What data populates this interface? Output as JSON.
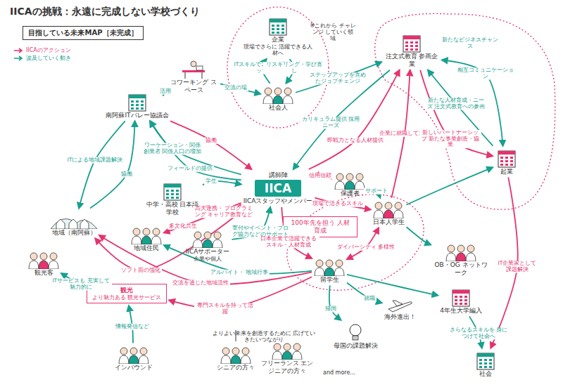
{
  "diagram": {
    "title": "IICAの挑戦：永遠に完成しない学校づくり",
    "nodes": [
      {
        "text": [
          "目指している未来MAP［未完成］"
        ]
      },
      {
        "text": [
          "企業",
          "現場でさらに 活躍できる人材へ"
        ]
      },
      {
        "text": [
          "社会人"
        ]
      },
      {
        "text": [
          "コワーキング スペース"
        ]
      },
      {
        "text": [
          "南阿蘇ITバレー協議会"
        ]
      },
      {
        "text": [
          "注文式教育 参画企業"
        ]
      },
      {
        "text": [
          "起業"
        ]
      },
      {
        "text": [
          "講師陣",
          "IICA",
          "IICAスタッフやメンバー"
        ]
      },
      {
        "text": [
          "保護者"
        ]
      },
      {
        "text": [
          "中学・高校 日本語学校"
        ]
      },
      {
        "text": [
          "日本人学生"
        ]
      },
      {
        "text": [
          "留学生"
        ]
      },
      {
        "text": [
          "100年先を担う 人材育成"
        ]
      },
      {
        "text": [
          "地域（南阿蘇）"
        ]
      },
      {
        "text": [
          "地域住民"
        ]
      },
      {
        "text": [
          "IICAサポーター",
          "企業や個人"
        ]
      },
      {
        "text": [
          "OB・OG ネットワーク"
        ]
      },
      {
        "text": [
          "4年生大学編入"
        ]
      },
      {
        "text": [
          "観光客"
        ]
      },
      {
        "text": [
          "観光",
          "より魅力ある 観光サービス"
        ]
      },
      {
        "text": [
          "海外進出！"
        ]
      },
      {
        "text": [
          "母国の課題解決"
        ]
      },
      {
        "text": [
          "社会"
        ]
      },
      {
        "text": [
          "インバウンド"
        ]
      },
      {
        "text": [
          "シニアの方々"
        ]
      },
      {
        "text": [
          "フリーランス エンジニアの方々"
        ]
      }
    ],
    "edges": [
      {
        "from": 2,
        "to": 1,
        "label": "ITスキルでステップアップ",
        "arrow": "to"
      },
      {
        "from": 1,
        "to": 2,
        "label": "リスキリング・学び直し",
        "arrow": "to"
      },
      {
        "from": 4,
        "to": 3,
        "label": "活用",
        "arrow": "to"
      },
      {
        "from": 3,
        "to": 2,
        "label": "交流の場",
        "arrow": "to"
      },
      {
        "from": 4,
        "to": 7,
        "label": "協働",
        "arrow": "to"
      },
      {
        "from": 7,
        "to": 4,
        "label": "ワーケーション・関係創業者 関係人口の増加",
        "arrow": "to"
      },
      {
        "from": 7,
        "to": 4,
        "label": "フィールドの提供",
        "arrow": "to"
      },
      {
        "from": 4,
        "to": 13,
        "label": "ITによる地域課題解決",
        "arrow": "to"
      },
      {
        "from": 13,
        "to": 4,
        "label": "協働",
        "arrow": "to"
      },
      {
        "from": 9,
        "to": 7,
        "label": "学生",
        "arrow": "to"
      },
      {
        "from": 7,
        "to": 9,
        "label": "高大連携・ プログラミング キャリア教育など",
        "arrow": "to"
      },
      {
        "from": 15,
        "to": 7,
        "label": "寄付やイベント・ブログ協力などのサポート",
        "arrow": "to"
      },
      {
        "from": 8,
        "to": 7,
        "label": "信用信頼",
        "arrow": "to"
      },
      {
        "from": 8,
        "to": 10,
        "label": "サポート",
        "arrow": "to"
      },
      {
        "from": 7,
        "to": 10,
        "label": "現場で活きるスキル",
        "arrow": "to"
      },
      {
        "from": 7,
        "to": 11,
        "label": "日本企業で活躍できる スキル・人材育成",
        "arrow": "to"
      },
      {
        "from": 10,
        "to": 11,
        "label": "ダイバーシティ 多様性",
        "arrow": "both"
      },
      {
        "from": 5,
        "to": 7,
        "label": "カリキュラム提供 採用ニーズ",
        "arrow": "to"
      },
      {
        "from": 7,
        "to": 5,
        "label": "即戦力となる人材提供",
        "arrow": "to"
      },
      {
        "from": 2,
        "to": 5,
        "label": "ステップアップを含めたジョブチェンジ",
        "arrow": "to"
      },
      {
        "from": 10,
        "to": 5,
        "label": "企業に就職して活躍",
        "arrow": "to"
      },
      {
        "from": 5,
        "to": 6,
        "label": "相互コミュニケーション",
        "arrow": "both"
      },
      {
        "from": 6,
        "to": 5,
        "label": "新たな人材育成・ニーズ 注文式教育への参画",
        "arrow": "to"
      },
      {
        "from": 5,
        "to": 6,
        "label": "新しいパートナーシップ 新たな事業創造・協業",
        "arrow": "to"
      },
      {
        "from": 10,
        "to": 6,
        "arrow": "to"
      },
      {
        "from": 6,
        "to": 22,
        "label": "IT企業家として課題解決",
        "arrow": "to"
      },
      {
        "from": 10,
        "to": 16,
        "arrow": "to"
      },
      {
        "from": 11,
        "to": 17,
        "arrow": "to"
      },
      {
        "from": 11,
        "to": 20,
        "label": "就職",
        "arrow": "to"
      },
      {
        "from": 11,
        "to": 21,
        "label": "帰国",
        "arrow": "to"
      },
      {
        "from": 17,
        "to": 22,
        "label": "さらなるスキルを 身につけて社会へ",
        "arrow": "to"
      },
      {
        "from": 7,
        "to": 13,
        "label": "ソフト面の強化",
        "arrow": "to"
      },
      {
        "from": 7,
        "to": 14,
        "label": "多文化共生",
        "arrow": "to"
      },
      {
        "from": 11,
        "to": 13,
        "label": "交流を通じた地域活性",
        "arrow": "to"
      },
      {
        "from": 11,
        "to": 14,
        "label": "アルバイト・ 地域行事",
        "arrow": "to"
      },
      {
        "from": 11,
        "to": 19,
        "label": "専門スキルを持って活躍",
        "arrow": "to"
      },
      {
        "from": 19,
        "to": 18,
        "label": "ITサービスも 充実して魅力的に",
        "arrow": "to"
      },
      {
        "from": 23,
        "to": 19,
        "label": "情報発信など",
        "arrow": "to"
      }
    ],
    "labels": [
      "※これから チャレンジ していく領域",
      "新たなビジネスチャンス",
      "よりよい未来を創造するために 広げていきたいつながり",
      "and more..."
    ],
    "legend": [
      {
        "text": "IICAのアクション",
        "color": "#e5336e"
      },
      {
        "text": "波及していく動き",
        "color": "#16a08e"
      }
    ]
  }
}
